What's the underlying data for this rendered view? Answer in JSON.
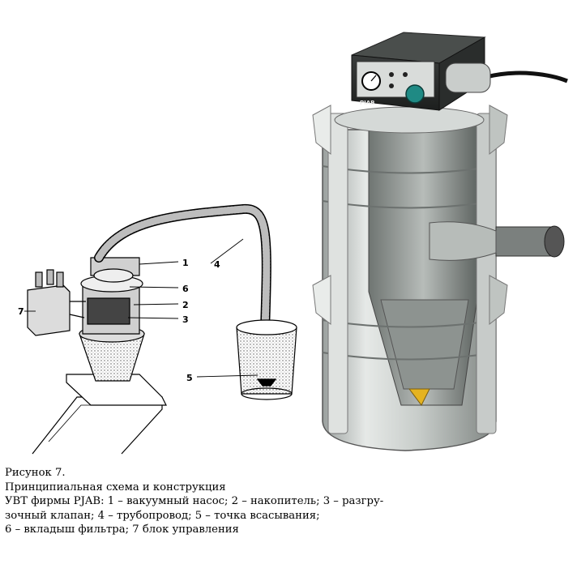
{
  "figure": {
    "labels": {
      "l1": "1",
      "l2": "2",
      "l3": "3",
      "l4": "4",
      "l5": "5",
      "l6": "6",
      "l7": "7"
    },
    "brand_plate": "PIAB"
  },
  "caption": {
    "lines": [
      "Рисунок 7.",
      "Принципиальная схема и конструкция",
      "УВТ фирмы PJAB: 1 – вакуумный насос; 2 – накопитель; 3 – разгру-",
      "зочный клапан; 4 – трубопровод; 5 – точка всасывания;",
      "6 – вкладыш фильтра; 7  блок управления"
    ]
  }
}
